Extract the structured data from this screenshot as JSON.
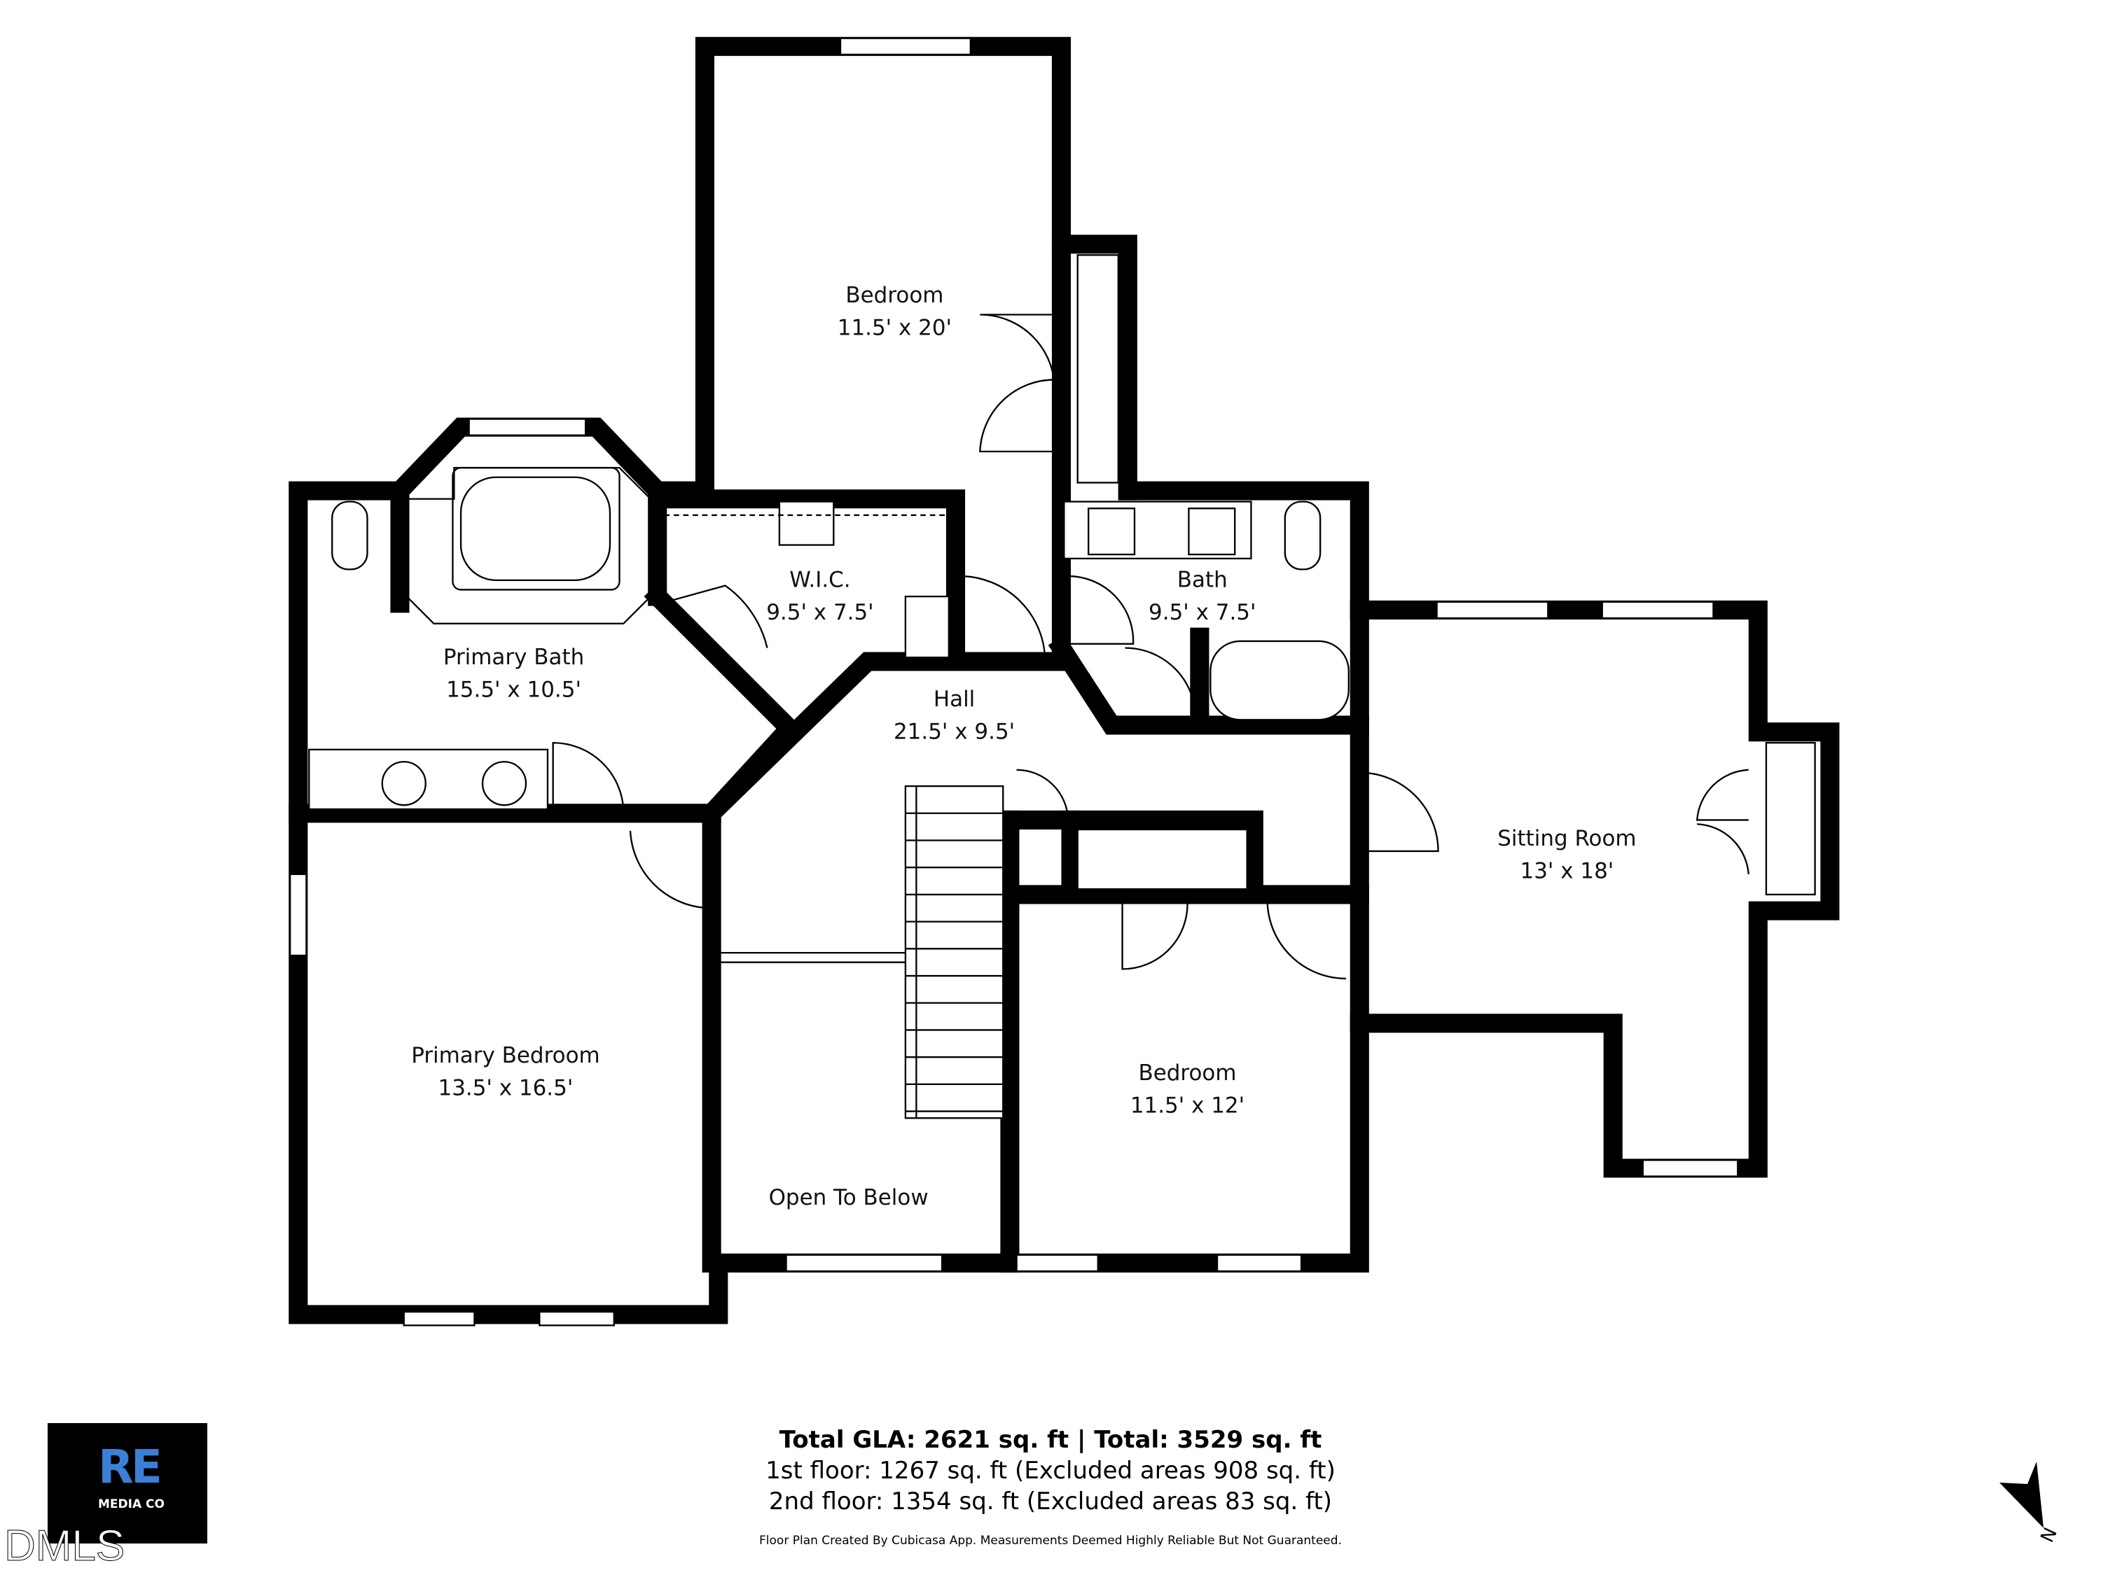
{
  "rooms": [
    {
      "name": "Bedroom",
      "dims": "11.5' x 20'"
    },
    {
      "name": "W.I.C.",
      "dims": "9.5' x 7.5'"
    },
    {
      "name": "Bath",
      "dims": "9.5' x 7.5'"
    },
    {
      "name": "Primary Bath",
      "dims": "15.5' x 10.5'"
    },
    {
      "name": "Hall",
      "dims": "21.5' x 9.5'"
    },
    {
      "name": "Sitting Room",
      "dims": "13' x 18'"
    },
    {
      "name": "Primary Bedroom",
      "dims": "13.5' x 16.5'"
    },
    {
      "name": "Bedroom",
      "dims": "11.5' x 12'"
    },
    {
      "name": "Open To Below",
      "dims": ""
    }
  ],
  "summary": {
    "total": "Total GLA: 2621 sq. ft | Total: 3529 sq. ft",
    "first_floor": "1st floor: 1267 sq. ft (Excluded areas 908 sq. ft)",
    "second_floor": "2nd floor: 1354 sq. ft (Excluded areas 83 sq. ft)",
    "disclaimer": "Floor Plan Created By Cubicasa App. Measurements Deemed Highly Reliable But Not Guaranteed."
  },
  "logo": {
    "mark": "RE",
    "sub": "MEDIA CO",
    "brand_color": "#3b7fd6"
  },
  "watermark": "DMLS",
  "compass": {
    "icon": "north-arrow-icon",
    "label": "N"
  }
}
